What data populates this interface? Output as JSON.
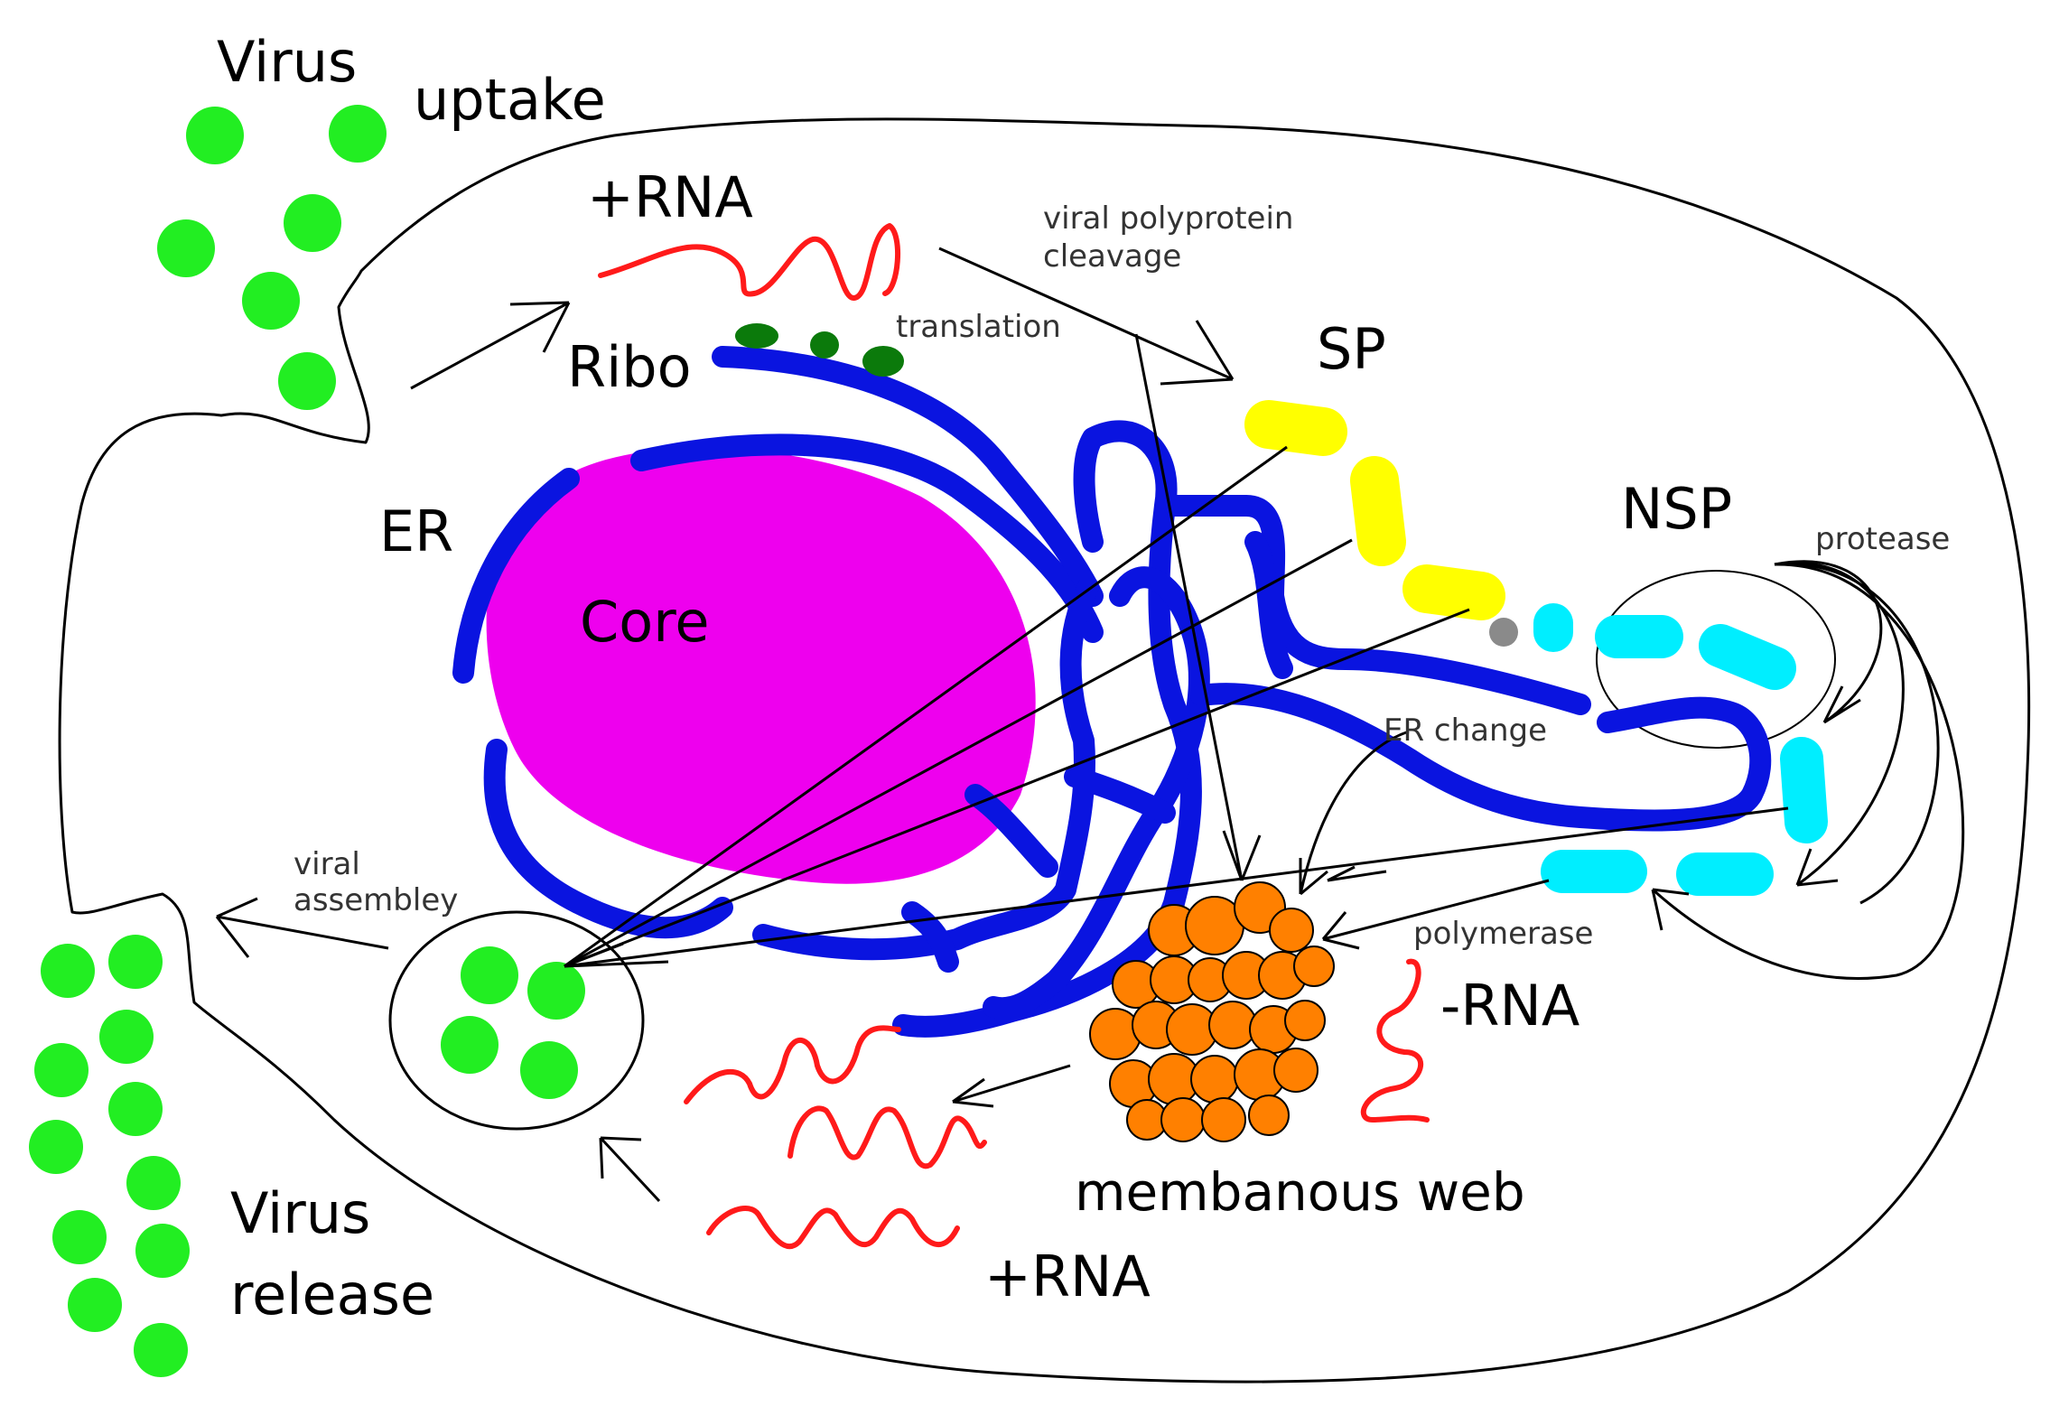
{
  "labels": {
    "virus_uptake_1": "Virus",
    "virus_uptake_2": "uptake",
    "rna_top": "+RNA",
    "polyprotein_1": "viral polyprotein",
    "polyprotein_2": "cleavage",
    "translation": "translation",
    "ribo": "Ribo",
    "sp": "SP",
    "nsp": "NSP",
    "protease": "protease",
    "er": "ER",
    "core": "Core",
    "er_change": "ER change",
    "viral_assembley_1": "viral",
    "viral_assembley_2": "assembley",
    "polymerase": "polymerase",
    "neg_rna": "-RNA",
    "membranous_web": "membanous web",
    "rna_bottom": "+RNA",
    "virus_release_1": "Virus",
    "virus_release_2": "release"
  },
  "colors": {
    "virus": "#22ee22",
    "er": "#0a14e0",
    "core": "#ee00ee",
    "rna": "#ff1a1a",
    "ribosome": "#0b7a0b",
    "sp": "#ffff00",
    "nsp": "#00eeff",
    "web": "#ff8000",
    "gray_dot": "#8a8a8a"
  }
}
